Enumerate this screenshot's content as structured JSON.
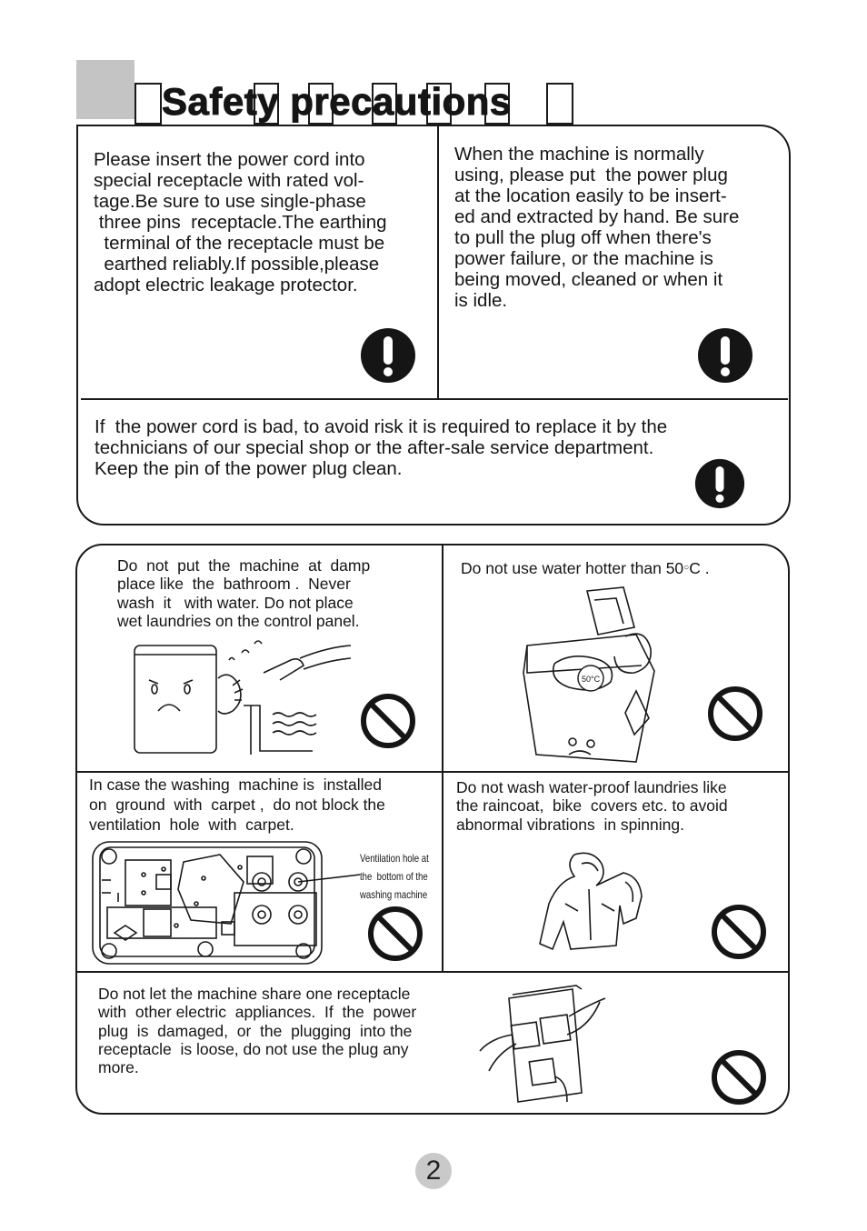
{
  "page": {
    "title": "Safety precautions",
    "page_number": "2"
  },
  "top_panel": {
    "left_text": "Please insert the power cord into\nspecial receptacle with rated vol-\ntage.Be sure to use single-phase\n three pins  receptacle.The earthing\n  terminal of the receptacle must be\n  earthed reliably.If possible,please\nadopt electric leakage protector.",
    "right_text": "When the machine is normally\nusing, please put  the power plug\nat the location easily to be insert-\ned and extracted by hand. Be sure\nto pull the plug off when there's\npower failure, or the machine is\nbeing moved, cleaned or when it\nis idle.",
    "bottom_text": "If  the power cord is bad, to avoid risk it is required to replace it by the\ntechnicians of our special shop or the after-sale service department.\nKeep the pin of the power plug clean."
  },
  "bottom_panel": {
    "damp_text": "Do  not  put  the  machine  at  damp\nplace like  the  bathroom .  Never\nwash  it   with water. Do not place\nwet laundries on the control panel.",
    "hot_water_text": "Do not use water hotter than 50",
    "hot_water_degree": "○",
    "hot_water_unit": "C .",
    "hot_water_label": "50°C",
    "carpet_text": "In case the washing  machine is  installed\non  ground  with  carpet ,  do not block the\nventilation  hole  with  carpet.",
    "vent_label": "Ventilation hole at\nthe  bottom of the\nwashing machine",
    "waterproof_text": "Do not wash water-proof laundries like\nthe raincoat,  bike  covers etc. to avoid\nabnormal vibrations  in spinning.",
    "receptacle_text": "Do not let the machine share one receptacle\nwith  other electric  appliances.  If  the  power\nplug  is  damaged,  or  the  plugging  into the\nreceptacle  is loose, do not use the plug any\nmore."
  },
  "icons": {
    "warning": "exclamation-circle-icon",
    "prohibited": "prohibition-icon"
  },
  "colors": {
    "text": "#151515",
    "tab_gray": "#c4c4c4",
    "page_badge": "#c9c9c9"
  }
}
